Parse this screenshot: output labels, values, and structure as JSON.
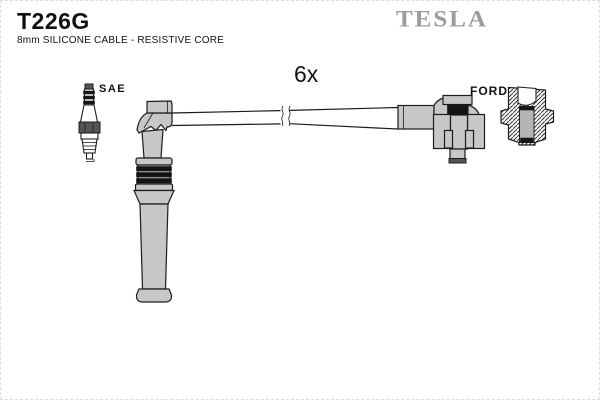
{
  "page": {
    "background": "#ffffff",
    "border_color": "#dddddd"
  },
  "header": {
    "part_number": "T226G",
    "description": "8mm SILICONE CABLE - RESISTIVE CORE",
    "brand_logo": "TESLA",
    "brand_color": "#9c9c9c"
  },
  "diagram": {
    "quantity": "6x",
    "left_end_label": "SAE",
    "right_end_label": "FORD",
    "colors": {
      "outline": "#1c1c1c",
      "boot_fill": "#c7c7c7",
      "band_black": "#141414"
    }
  }
}
